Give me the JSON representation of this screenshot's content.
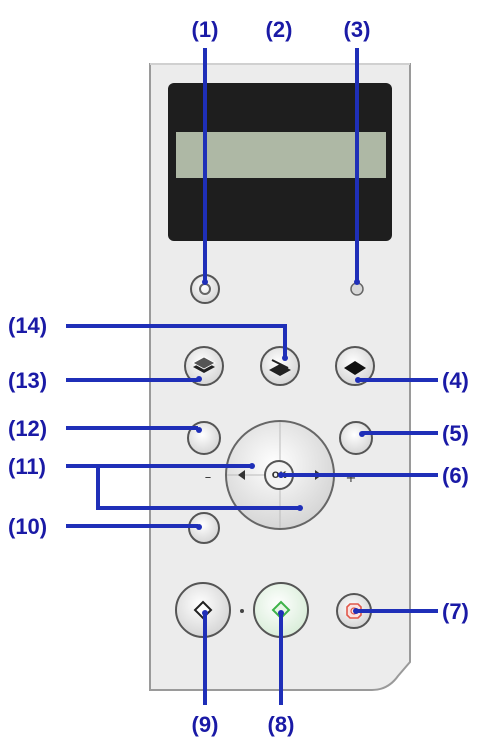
{
  "callouts": {
    "c1": "(1)",
    "c2": "(2)",
    "c3": "(3)",
    "c4": "(4)",
    "c5": "(5)",
    "c6": "(6)",
    "c7": "(7)",
    "c8": "(8)",
    "c9": "(9)",
    "c10": "(10)",
    "c11": "(11)",
    "c12": "(12)",
    "c13": "(13)",
    "c14": "(14)"
  },
  "panel": {
    "ok_label": "OK",
    "minus_label": "–",
    "plus_label": "+"
  },
  "colors": {
    "callout_text": "#1a1aa6",
    "leader_line": "#1f2fb8",
    "panel_body": "#ececec",
    "lcd_screen": "#aeb8a5",
    "start_color": "#3fb34a",
    "stop_color": "#e0584b"
  },
  "icons": {
    "power": "power-icon",
    "scan": "scanner-icon",
    "copy": "copy-icon",
    "fax": "fax-icon",
    "black": "black-start-diamond-icon",
    "color": "color-start-diamond-icon",
    "stop": "stop-reset-icon"
  }
}
